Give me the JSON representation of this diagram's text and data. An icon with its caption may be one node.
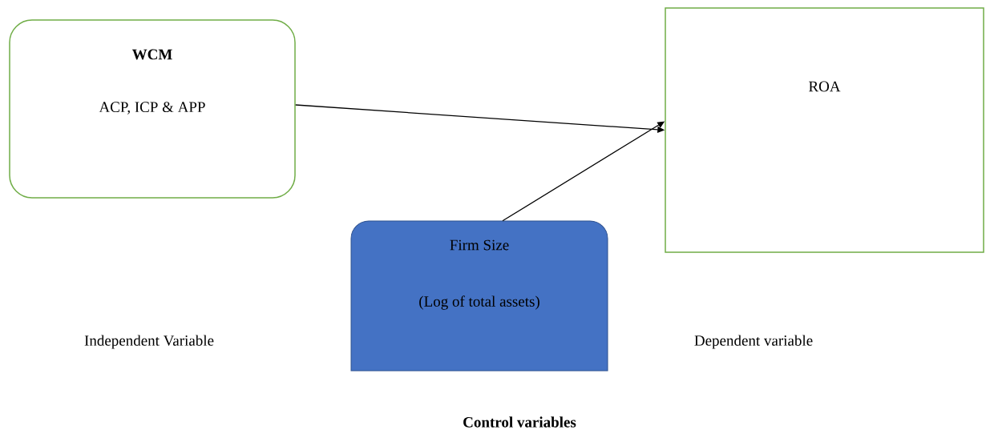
{
  "diagram": {
    "nodes": [
      {
        "text": [
          "WCM",
          "ACP, ICP & APP"
        ]
      },
      {
        "text": [
          "ROA"
        ]
      },
      {
        "text": [
          "Firm Size",
          "(Log of total assets)"
        ]
      }
    ],
    "edges": [
      {
        "from": 0,
        "to": 1,
        "arrow": "to"
      },
      {
        "from": 2,
        "to": 1,
        "arrow": "to"
      }
    ],
    "labels": [
      "Independent Variable",
      "Dependent variable",
      "Control variables"
    ]
  }
}
